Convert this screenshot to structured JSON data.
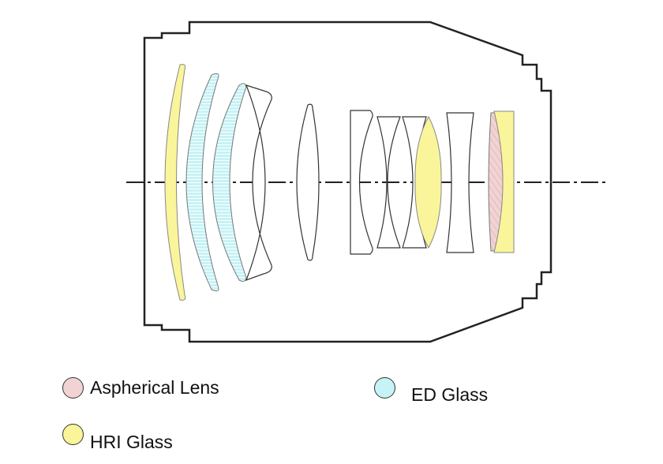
{
  "colors": {
    "aspherical": "#f2d3d3",
    "ed": "#c6f3f6",
    "hri": "#faf59a",
    "stripe": "#ffffff",
    "outline": "#222222"
  },
  "legend": {
    "aspherical_label": "Aspherical Lens",
    "ed_label": "ED Glass",
    "hri_label": "HRI Glass"
  },
  "elements": [
    {
      "id": "front-meniscus-1",
      "glass": "hri"
    },
    {
      "id": "front-meniscus-2",
      "glass": "ed"
    },
    {
      "id": "front-meniscus-3",
      "glass": "ed"
    },
    {
      "id": "negative-meniscus",
      "glass": "plain"
    },
    {
      "id": "biconvex-1",
      "glass": "plain"
    },
    {
      "id": "group2-element-1",
      "glass": "plain"
    },
    {
      "id": "group2-element-2",
      "glass": "plain"
    },
    {
      "id": "group2-element-3",
      "glass": "plain"
    },
    {
      "id": "group2-element-4",
      "glass": "hri"
    },
    {
      "id": "group2-element-5",
      "glass": "plain"
    },
    {
      "id": "rear-aspherical",
      "glass": "aspherical"
    },
    {
      "id": "rear-hri",
      "glass": "hri"
    }
  ]
}
